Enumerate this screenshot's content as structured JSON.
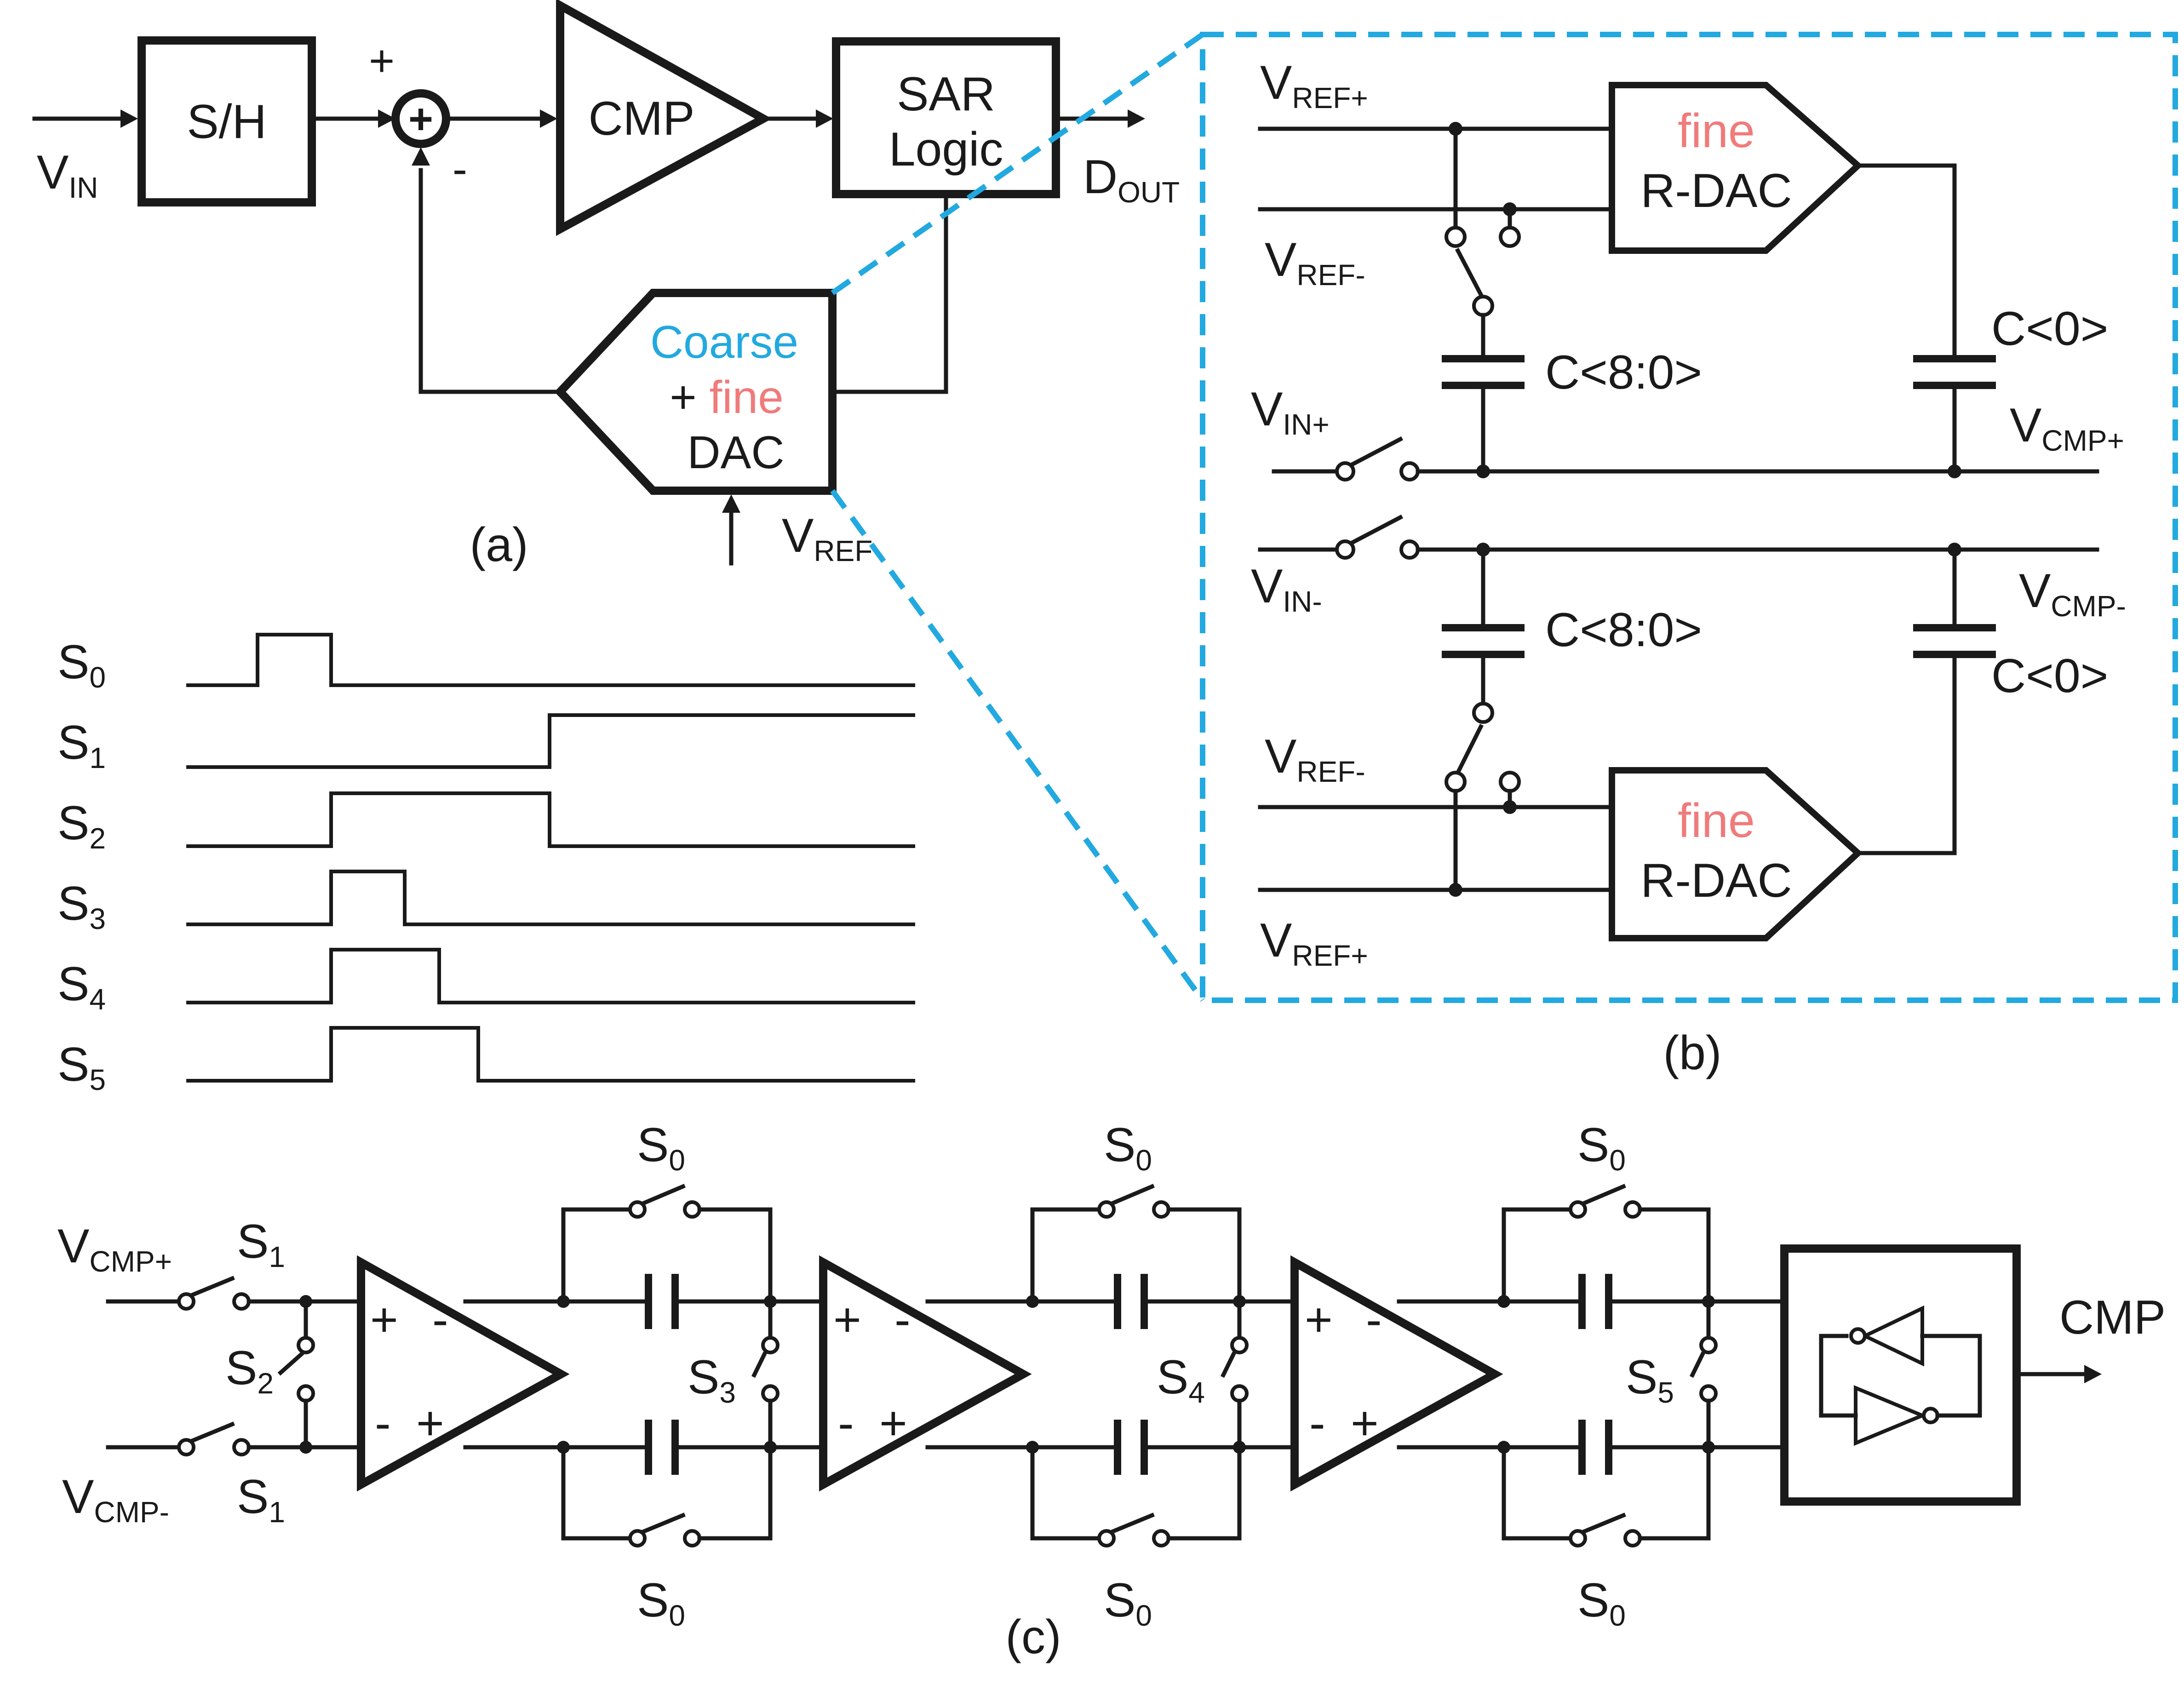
{
  "colors": {
    "ink": "#1a1a1a",
    "coarse": "#22a9e0",
    "fine": "#f07b7b",
    "frame": "#22a9e0"
  },
  "panel_a": {
    "caption": "(a)",
    "vin": {
      "main": "V",
      "sub": "IN"
    },
    "sh": "S/H",
    "sum_plus": "+",
    "sum_symbol": "+",
    "sum_minus": "-",
    "cmp": "CMP",
    "sar_line1": "SAR",
    "sar_line2": "Logic",
    "dout": {
      "main": "D",
      "sub": "OUT"
    },
    "dac_coarse": "Coarse",
    "dac_plus": "+ ",
    "dac_fine": "fine",
    "dac_line3": "DAC",
    "vref": {
      "main": "V",
      "sub": "REF"
    }
  },
  "panel_b": {
    "caption": "(b)",
    "vref_plus": {
      "main": "V",
      "sub": "REF+"
    },
    "vref_minus": {
      "main": "V",
      "sub": "REF-"
    },
    "vin_plus": {
      "main": "V",
      "sub": "IN+"
    },
    "vin_minus": {
      "main": "V",
      "sub": "IN-"
    },
    "vcmp_plus": {
      "main": "V",
      "sub": "CMP+"
    },
    "vcmp_minus": {
      "main": "V",
      "sub": "CMP-"
    },
    "cap_array": "C<8:0>",
    "cap_unit": "C<0>",
    "rdac_fine": "fine",
    "rdac_name": "R-DAC"
  },
  "timing": {
    "signals": [
      {
        "main": "S",
        "sub": "0"
      },
      {
        "main": "S",
        "sub": "1"
      },
      {
        "main": "S",
        "sub": "2"
      },
      {
        "main": "S",
        "sub": "3"
      },
      {
        "main": "S",
        "sub": "4"
      },
      {
        "main": "S",
        "sub": "5"
      }
    ]
  },
  "panel_c": {
    "caption": "(c)",
    "vcmp_plus": {
      "main": "V",
      "sub": "CMP+"
    },
    "vcmp_minus": {
      "main": "V",
      "sub": "CMP-"
    },
    "s0": {
      "main": "S",
      "sub": "0"
    },
    "s1": {
      "main": "S",
      "sub": "1"
    },
    "s2": {
      "main": "S",
      "sub": "2"
    },
    "s3": {
      "main": "S",
      "sub": "3"
    },
    "s4": {
      "main": "S",
      "sub": "4"
    },
    "s5": {
      "main": "S",
      "sub": "5"
    },
    "amp_plus": "+",
    "amp_minus": "-",
    "output": "CMP"
  }
}
